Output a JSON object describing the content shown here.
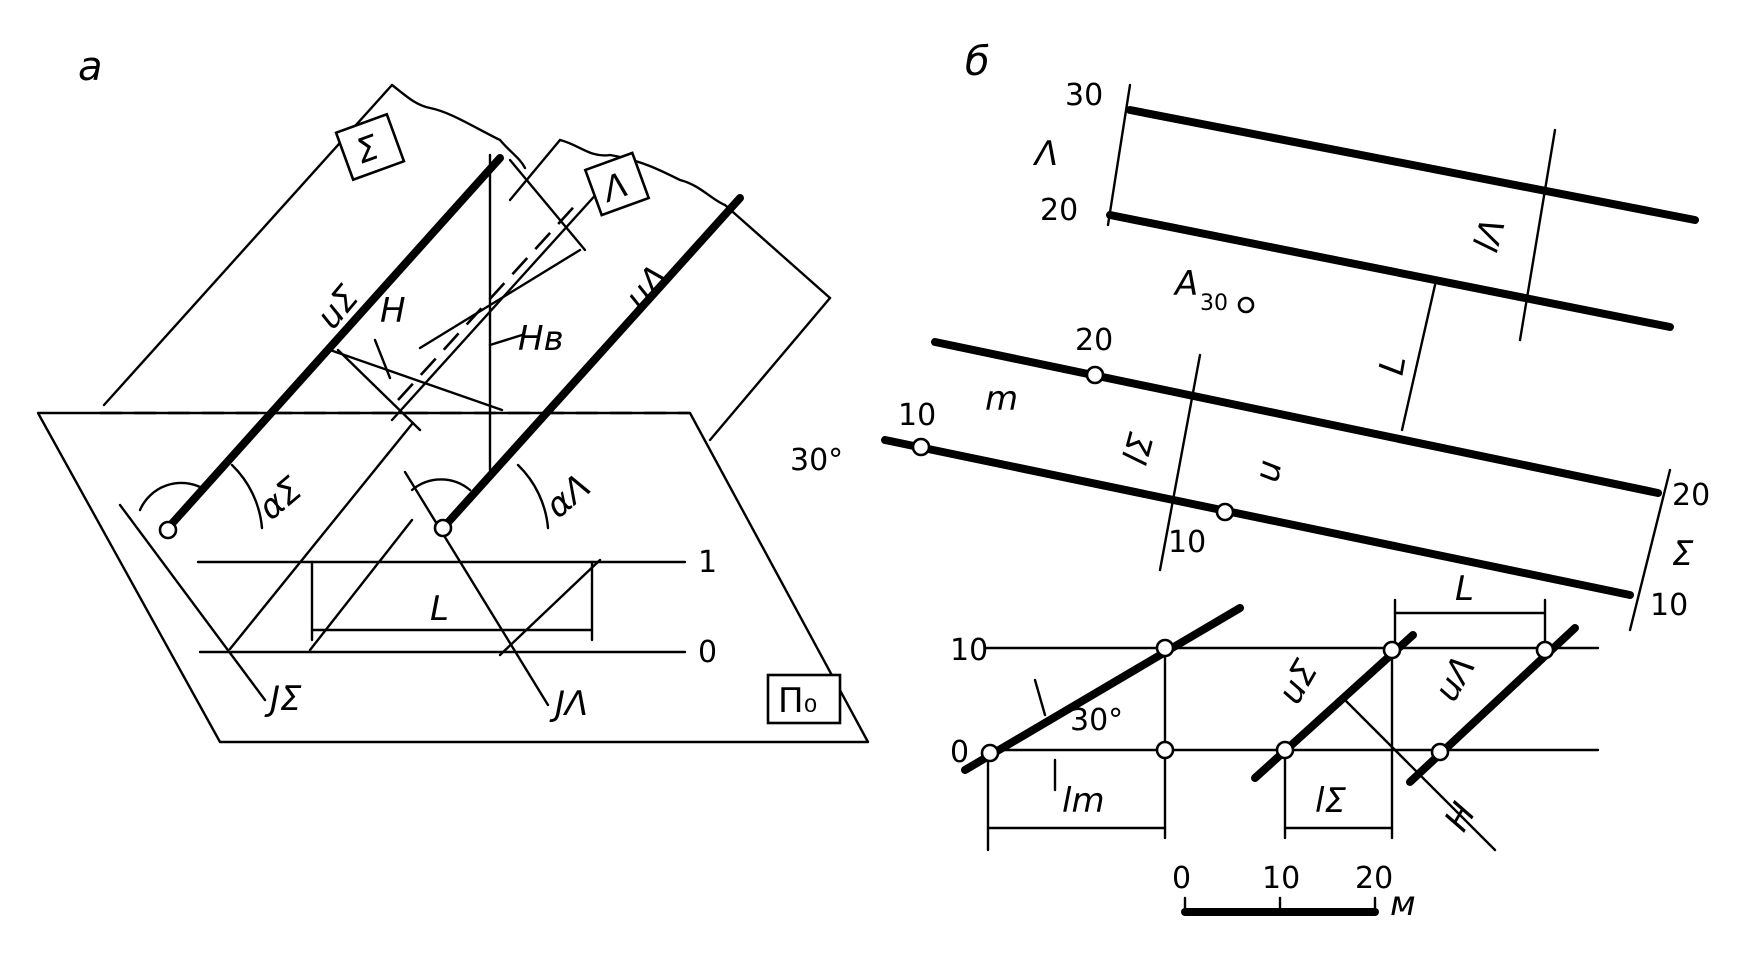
{
  "panel_a": {
    "letter": "а",
    "stratum_sigma": "Σ",
    "stratum_lambda": "Λ",
    "plane_label": "П₀",
    "angle_label": "30°",
    "level_1": "1",
    "level_0": "0",
    "thickness_L": "L",
    "thickness_H": "H",
    "thickness_Hv": "Hв",
    "strike_sigma": "JΣ",
    "strike_lambda": "JΛ",
    "dip_sigma": "uΣ",
    "dip_lambda": "uΛ",
    "alpha_sigma": "αΣ",
    "alpha_lambda": "αΛ"
  },
  "panel_b": {
    "letter": "б",
    "lambda": "Λ",
    "sigma": "Σ",
    "m": "m",
    "u": "u",
    "point_A": "A",
    "point_A_sub": "30",
    "L": "L",
    "H": "H",
    "h30": "30",
    "h20a": "20",
    "h20b": "20",
    "h10a": "10",
    "h10b": "10",
    "h20c": "20",
    "h10c": "10",
    "l_lambda": "lΛ",
    "l_sigma": "lΣ",
    "profile_10": "10",
    "profile_0": "0",
    "profile_L": "L",
    "profile_angle": "30°",
    "profile_lm": "lm",
    "profile_ls": "lΣ",
    "profile_us": "uΣ",
    "profile_ul": "uΛ",
    "profile_H": "H",
    "scale_0": "0",
    "scale_10": "10",
    "scale_20": "20",
    "scale_unit": "м"
  }
}
